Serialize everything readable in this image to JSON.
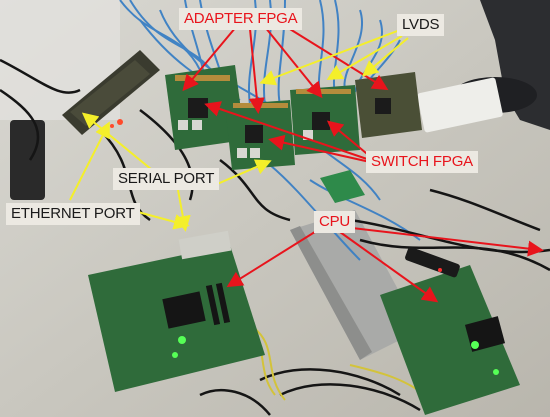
{
  "labels": {
    "adapter_fpga": {
      "text": "ADAPTER FPGA",
      "color": "#e8141c"
    },
    "lvds": {
      "text": "LVDS",
      "color": "#1a1a1a"
    },
    "switch_fpga": {
      "text": "SWITCH FPGA",
      "color": "#e8141c"
    },
    "serial_port": {
      "text": "SERIAL PORT",
      "color": "#1a1a1a"
    },
    "ethernet_port": {
      "text": "ETHERNET PORT",
      "color": "#1a1a1a"
    },
    "cpu": {
      "text": "CPU",
      "color": "#e8141c"
    }
  },
  "colors": {
    "red_arrow": "#e8141c",
    "yellow_arrow": "#f4ef2a",
    "pcb_green": "#2f6b3a",
    "table": "#cfcdc6",
    "cable_blue": "#3a7fc4"
  }
}
